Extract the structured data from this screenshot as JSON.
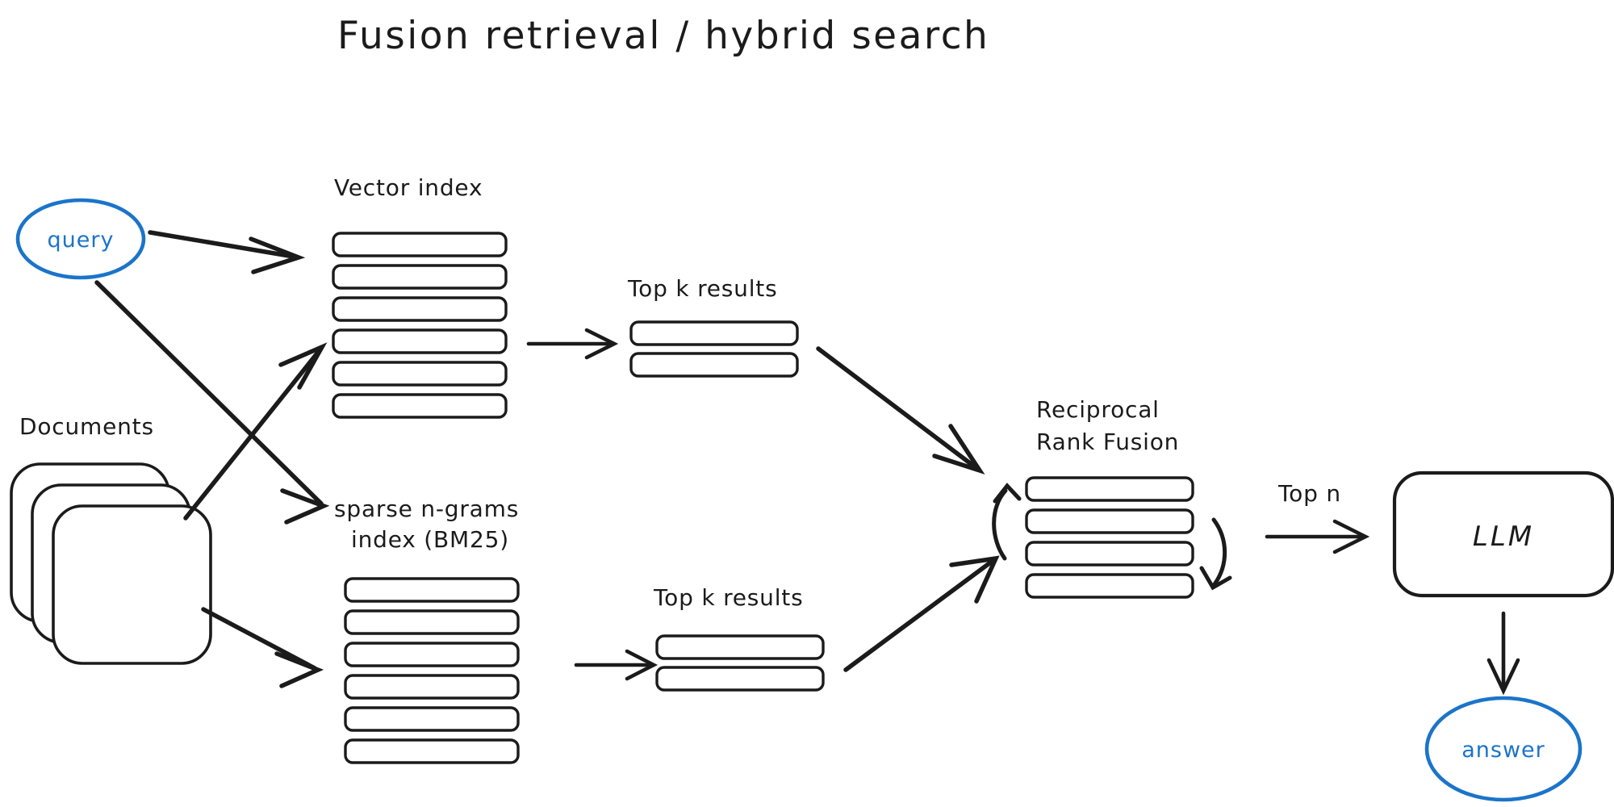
{
  "diagram": {
    "title": "Fusion retrieval / hybrid search",
    "background_color": "#ffffff",
    "ink_color": "#1b1b1b",
    "accent_color": "#1b74c9",
    "nodes": {
      "query": {
        "label": "query",
        "shape": "ellipse",
        "color": "#1b74c9"
      },
      "documents": {
        "label": "Documents",
        "shape": "document-stack",
        "count": 3
      },
      "vector_index": {
        "label": "Vector index",
        "bars": 6
      },
      "sparse_index": {
        "label_line1": "sparse n-grams",
        "label_line2": "index (BM25)",
        "bars": 6
      },
      "top_k_vector": {
        "label": "Top k results",
        "bars": 2
      },
      "top_k_sparse": {
        "label": "Top k results",
        "bars": 2
      },
      "rrf": {
        "label_line1": "Reciprocal",
        "label_line2": "Rank Fusion",
        "bars": 4
      },
      "llm": {
        "label": "LLM",
        "shape": "rounded-rect"
      },
      "answer": {
        "label": "answer",
        "shape": "ellipse",
        "color": "#1b74c9"
      }
    },
    "edge_labels": {
      "top_n": "Top n"
    }
  }
}
